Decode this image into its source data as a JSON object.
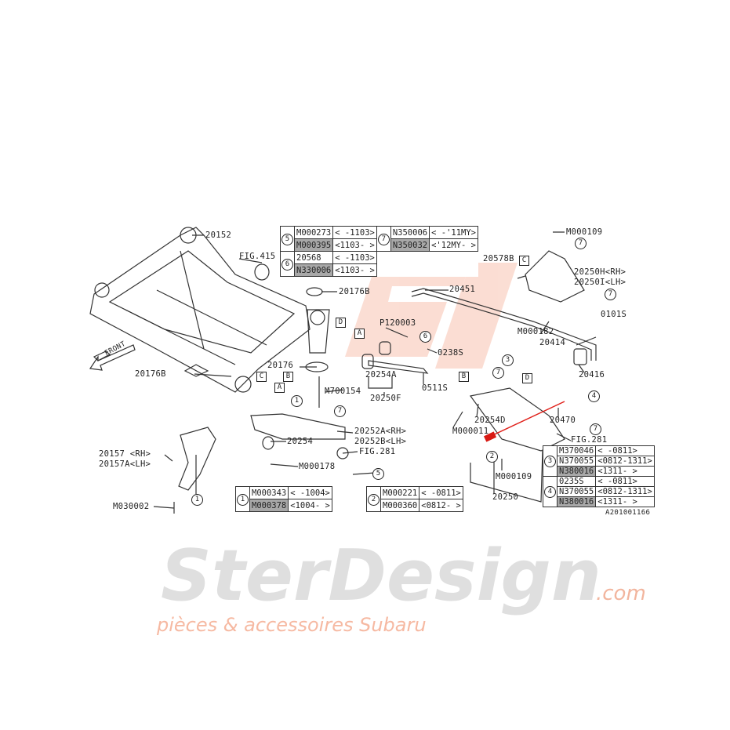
{
  "watermark": {
    "logo": "SJ",
    "brand": "SterDesign",
    "site": ".com",
    "tagline": "pièces & accessoires Subaru",
    "red": "#e8502a",
    "gray": "#cfcfcf"
  },
  "labels": {
    "p20152": "20152",
    "fig415": "FIG.415",
    "p20176B_top": "20176B",
    "p20451": "20451",
    "m000109_top": "M000109",
    "p20578B": "20578B",
    "p20250H": "20250H<RH>",
    "p20250I": "20250I<LH>",
    "p120003": "P120003",
    "s0238": "0238S",
    "p20176": "20176",
    "p20254A": "20254A",
    "m700154": "M700154",
    "p20250F": "20250F",
    "s0511": "0511S",
    "p20176B_left": "20176B",
    "front": "FRONT",
    "m000182": "M000182",
    "p20414": "20414",
    "s0101": "0101S",
    "p20416": "20416",
    "p20470": "20470",
    "m000011": "M000011",
    "p20254D": "20254D",
    "p20252A": "20252A<RH>",
    "p20252B": "20252B<LH>",
    "p20254": "20254",
    "fig281_a": "FIG.281",
    "m000178": "M000178",
    "p20157": "20157 <RH>",
    "p20157A": "20157A<LH>",
    "m030002": "M030002",
    "fig281_b": "FIG.281",
    "m000109_bot": "M000109",
    "p20250": "20250",
    "ref": "A201001166"
  },
  "boxes": {
    "A": "A",
    "B": "B",
    "C": "C",
    "D": "D"
  },
  "circles": {
    "n1": "1",
    "n2": "2",
    "n3": "3",
    "n4": "4",
    "n5": "5",
    "n6": "6",
    "n7": "7"
  },
  "tables": {
    "t57": [
      {
        "num": "5",
        "part": "M000273",
        "range": "< -1103>",
        "hl": false
      },
      {
        "num": "",
        "part": "M000395",
        "range": "<1103- >",
        "hl": true
      },
      {
        "num": "6",
        "part": "20568",
        "range": "< -1103>",
        "hl": false
      },
      {
        "num": "",
        "part": "N330006",
        "range": "<1103- >",
        "hl": true
      }
    ],
    "t7": [
      {
        "part": "N350006",
        "range": "< -'11MY>",
        "hl": false
      },
      {
        "part": "N350032",
        "range": "<'12MY- >",
        "hl": true
      }
    ],
    "t1": [
      {
        "num": "1",
        "part": "M000343",
        "range": "< -1004>",
        "hl": false
      },
      {
        "part": "M000378",
        "range": "<1004- >",
        "hl": true
      }
    ],
    "t2": [
      {
        "num": "2",
        "part": "M000221",
        "range": "< -0811>",
        "hl": false
      },
      {
        "part": "M000360",
        "range": "<0812- >",
        "hl": false
      }
    ],
    "t34": [
      {
        "num": "3",
        "part": "M370046",
        "range": "< -0811>",
        "hl": false
      },
      {
        "part": "N370055",
        "range": "<0812-1311>",
        "hl": false
      },
      {
        "part": "N380016",
        "range": "<1311- >",
        "hl": true
      },
      {
        "num": "4",
        "part": "0235S",
        "range": "< -0811>",
        "hl": false
      },
      {
        "part": "N370055",
        "range": "<0812-1311>",
        "hl": false
      },
      {
        "part": "N380016",
        "range": "<1311- >",
        "hl": true
      }
    ]
  }
}
